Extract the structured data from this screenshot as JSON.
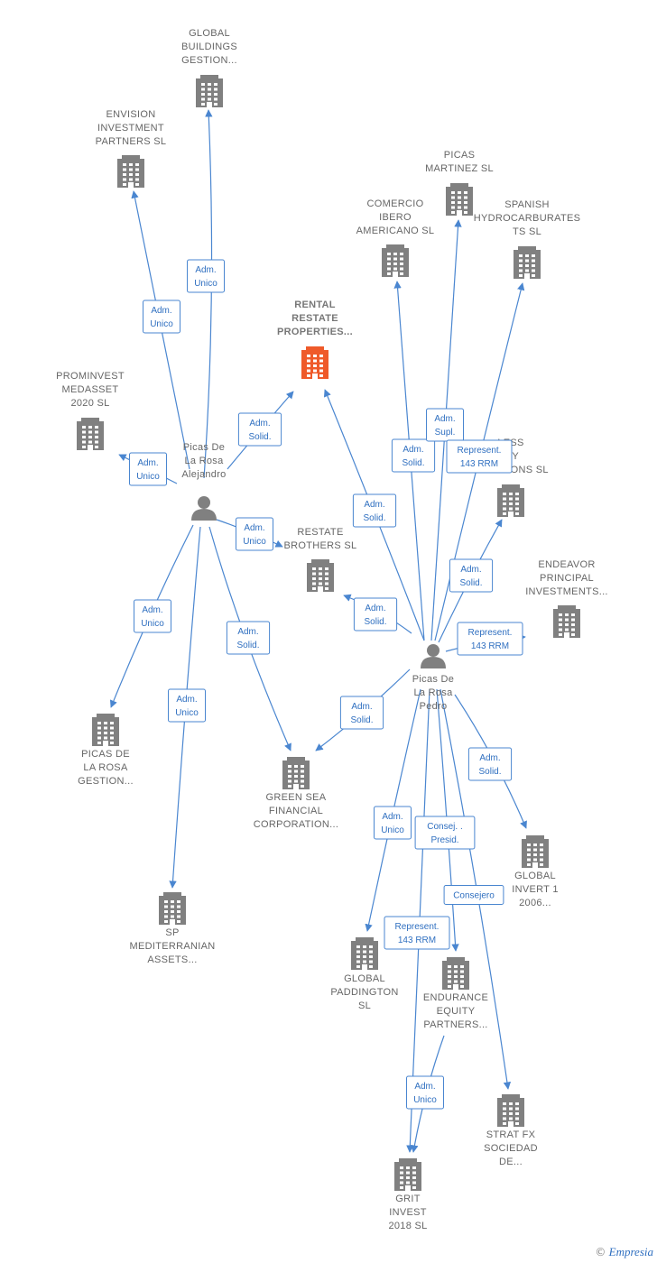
{
  "colors": {
    "company": "#808080",
    "focus": "#ef5a2a",
    "person": "#808080",
    "edge": "#4a86d0",
    "edge_text": "#2f6fc0"
  },
  "nodes": [
    {
      "id": "global_buildings",
      "type": "company",
      "label": [
        "GLOBAL",
        "BUILDINGS",
        "GESTION..."
      ]
    },
    {
      "id": "envision",
      "type": "company",
      "label": [
        "ENVISION",
        "INVESTMENT",
        "PARTNERS  SL"
      ]
    },
    {
      "id": "picas_martinez",
      "type": "company",
      "label": [
        "PICAS",
        "MARTINEZ  SL"
      ]
    },
    {
      "id": "comercio_ibero",
      "type": "company",
      "label": [
        "COMERCIO",
        "IBERO",
        "AMERICANO SL"
      ]
    },
    {
      "id": "spanish_hydro",
      "type": "company",
      "label": [
        "SPANISH",
        "HYDROCARBURATES",
        "TS SL"
      ]
    },
    {
      "id": "rental_restate",
      "type": "focus",
      "label": [
        "RENTAL",
        "RESTATE",
        "PROPERTIES..."
      ]
    },
    {
      "id": "prominvest",
      "type": "company",
      "label": [
        "PROMINVEST",
        "MEDASSET",
        "2020  SL"
      ]
    },
    {
      "id": "less_ity",
      "type": "company",
      "label": [
        "LESS",
        "ITY",
        "SOLUTIONS  SL"
      ]
    },
    {
      "id": "restate_brothers",
      "type": "company",
      "label": [
        "RESTATE",
        "BROTHERS  SL"
      ]
    },
    {
      "id": "endeavor",
      "type": "company",
      "label": [
        "ENDEAVOR",
        "PRINCIPAL",
        "INVESTMENTS..."
      ]
    },
    {
      "id": "alejandro",
      "type": "person",
      "label": [
        "Picas De",
        "La Rosa",
        "Alejandro"
      ]
    },
    {
      "id": "pedro",
      "type": "person",
      "label": [
        "Picas De",
        "La Rosa",
        "Pedro"
      ]
    },
    {
      "id": "picas_gestion",
      "type": "company",
      "label": [
        "PICAS DE",
        "LA ROSA",
        "GESTION..."
      ]
    },
    {
      "id": "green_sea",
      "type": "company",
      "label": [
        "GREEN SEA",
        "FINANCIAL",
        "CORPORATION..."
      ]
    },
    {
      "id": "global_invert",
      "type": "company",
      "label": [
        "GLOBAL",
        "INVERT 1",
        "2006..."
      ]
    },
    {
      "id": "sp_med",
      "type": "company",
      "label": [
        "SP",
        "MEDITERRANIAN",
        "ASSETS..."
      ]
    },
    {
      "id": "global_padd",
      "type": "company",
      "label": [
        "GLOBAL",
        "PADDINGTON",
        "SL"
      ]
    },
    {
      "id": "endurance",
      "type": "company",
      "label": [
        "ENDURANCE",
        "EQUITY",
        "PARTNERS..."
      ]
    },
    {
      "id": "strat_fx",
      "type": "company",
      "label": [
        "STRAT FX",
        "SOCIEDAD",
        "DE..."
      ]
    },
    {
      "id": "grit",
      "type": "company",
      "label": [
        "GRIT",
        "INVEST",
        "2018  SL"
      ]
    }
  ],
  "edges": [
    {
      "from": "alejandro",
      "to": "global_buildings",
      "label": [
        "Adm.",
        "Unico"
      ]
    },
    {
      "from": "alejandro",
      "to": "envision",
      "label": [
        "Adm.",
        "Unico"
      ]
    },
    {
      "from": "alejandro",
      "to": "rental_restate",
      "label": [
        "Adm.",
        "Solid."
      ]
    },
    {
      "from": "alejandro",
      "to": "prominvest",
      "label": [
        "Adm.",
        "Unico"
      ]
    },
    {
      "from": "alejandro",
      "to": "restate_brothers",
      "label": [
        "Adm.",
        "Unico"
      ]
    },
    {
      "from": "alejandro",
      "to": "picas_gestion",
      "label": [
        "Adm.",
        "Unico"
      ]
    },
    {
      "from": "alejandro",
      "to": "sp_med",
      "label": [
        "Adm.",
        "Unico"
      ]
    },
    {
      "from": "alejandro",
      "to": "green_sea",
      "label": [
        "Adm.",
        "Solid."
      ]
    },
    {
      "from": "pedro",
      "to": "rental_restate",
      "label": [
        "Adm.",
        "Solid."
      ]
    },
    {
      "from": "pedro",
      "to": "comercio_ibero",
      "label": [
        "Adm.",
        "Solid."
      ]
    },
    {
      "from": "pedro",
      "to": "picas_martinez",
      "label": [
        "Adm.",
        "Supl."
      ]
    },
    {
      "from": "pedro",
      "to": "spanish_hydro",
      "label": [
        "Represent.",
        "143 RRM"
      ]
    },
    {
      "from": "pedro",
      "to": "less_ity",
      "label": [
        "Adm.",
        "Solid."
      ]
    },
    {
      "from": "pedro",
      "to": "restate_brothers",
      "label": [
        "Adm.",
        "Solid."
      ]
    },
    {
      "from": "pedro",
      "to": "endeavor",
      "label": [
        "Represent.",
        "143 RRM"
      ]
    },
    {
      "from": "pedro",
      "to": "green_sea",
      "label": [
        "Adm.",
        "Solid."
      ]
    },
    {
      "from": "pedro",
      "to": "global_invert",
      "label": [
        "Adm.",
        "Solid."
      ]
    },
    {
      "from": "pedro",
      "to": "global_padd",
      "label": [
        "Adm.",
        "Unico"
      ]
    },
    {
      "from": "pedro",
      "to": "endurance",
      "label": [
        "Consej. .",
        "Presid."
      ]
    },
    {
      "from": "pedro",
      "to": "strat_fx",
      "label": [
        "Consejero"
      ]
    },
    {
      "from": "pedro",
      "to": "grit",
      "label": [
        "Represent.",
        "143 RRM"
      ]
    },
    {
      "from": "endurance",
      "to": "grit",
      "label": [
        "Adm.",
        "Unico"
      ]
    }
  ],
  "footer": {
    "copyright": "©",
    "brand": "Empresia"
  }
}
